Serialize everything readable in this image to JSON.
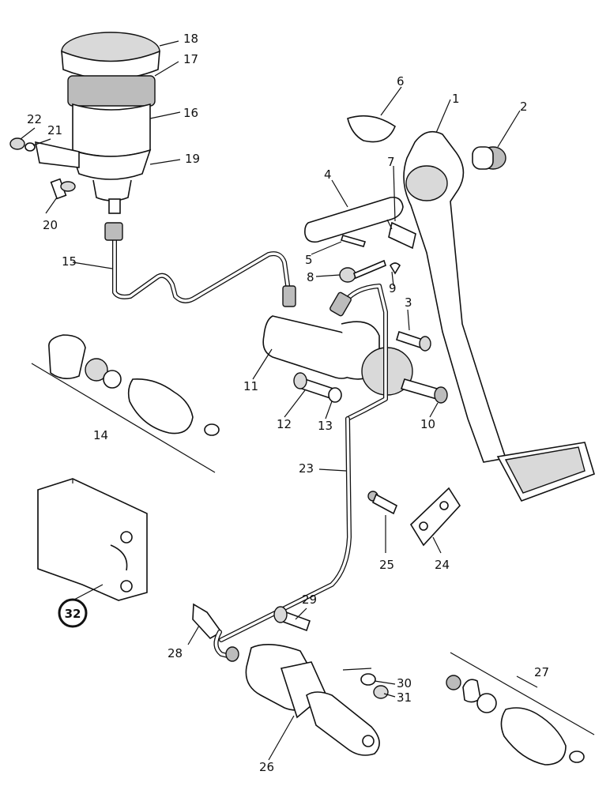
{
  "diagram": {
    "callouts": [
      "1",
      "2",
      "3",
      "4",
      "5",
      "6",
      "7",
      "8",
      "9",
      "10",
      "11",
      "12",
      "13",
      "14",
      "15",
      "16",
      "17",
      "18",
      "19",
      "20",
      "21",
      "22",
      "23",
      "24",
      "25",
      "26",
      "27",
      "28",
      "29",
      "30",
      "31",
      "32"
    ],
    "circled_reference": "32"
  }
}
